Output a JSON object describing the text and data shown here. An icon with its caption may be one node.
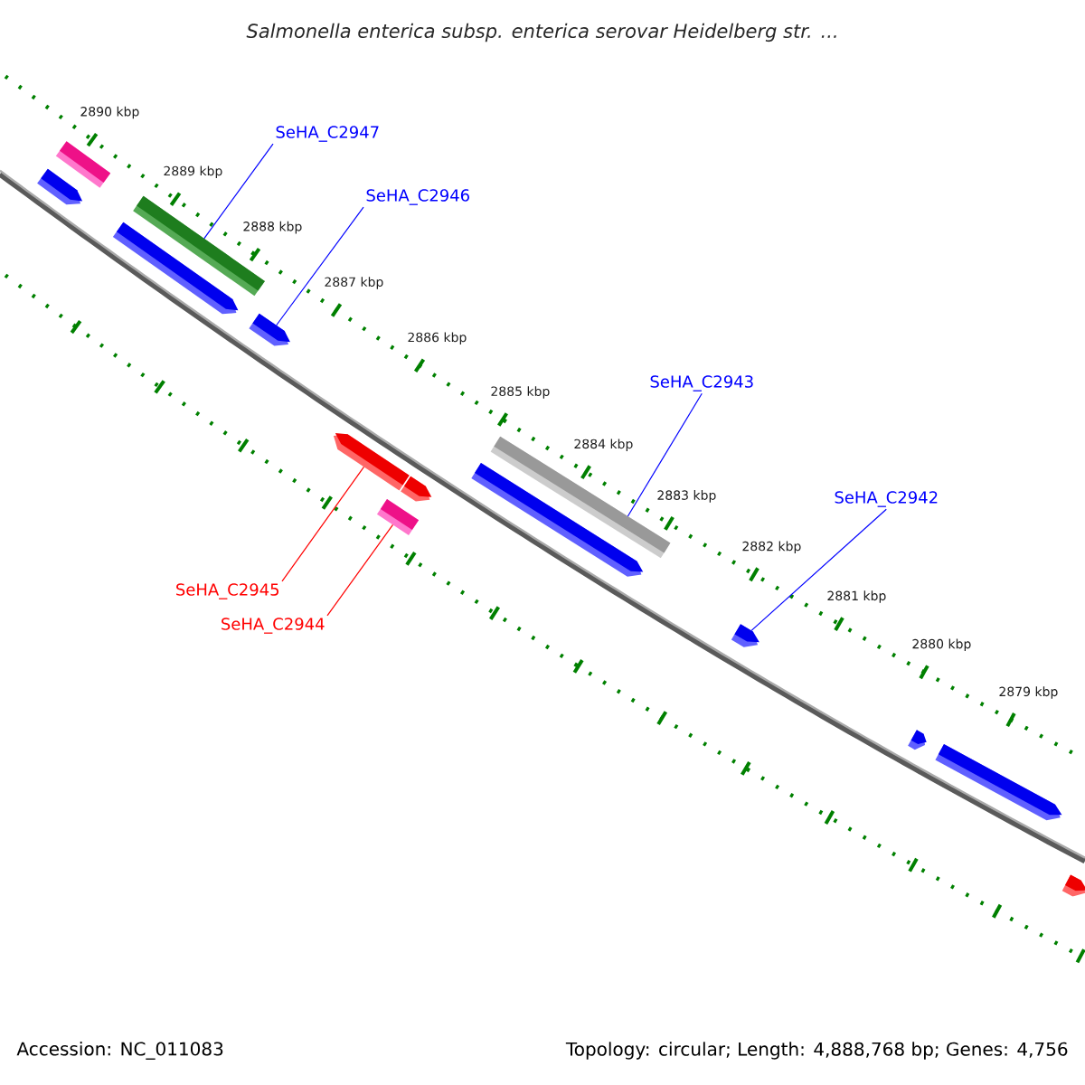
{
  "diagram": {
    "title": "Salmonella enterica subsp. enterica serovar Heidelberg str. ...",
    "nodes": [
      {
        "text": [],
        "shape": "bar"
      },
      {
        "text": [],
        "shape": "arrow"
      },
      {
        "text": [],
        "shape": "bar"
      },
      {
        "text": [],
        "shape": "arrow"
      },
      {
        "text": [],
        "shape": "arrow"
      },
      {
        "text": [],
        "shape": "arrow"
      },
      {
        "text": [],
        "shape": "arrow"
      },
      {
        "text": [],
        "shape": "bar"
      },
      {
        "text": [],
        "shape": "bar"
      },
      {
        "text": [],
        "shape": "arrow"
      },
      {
        "text": [],
        "shape": "arrow"
      },
      {
        "text": [],
        "shape": "arrow"
      },
      {
        "text": [],
        "shape": "arrow"
      },
      {
        "text": [],
        "shape": "arrow"
      },
      {
        "text": [
          "SeHA_C2947"
        ]
      },
      {
        "text": [
          "SeHA_C2946"
        ]
      },
      {
        "text": [
          "SeHA_C2943"
        ]
      },
      {
        "text": [
          "SeHA_C2942"
        ]
      },
      {
        "text": [
          "SeHA_C2945"
        ]
      },
      {
        "text": [
          "SeHA_C2944"
        ]
      }
    ],
    "edges": [
      {
        "from": 14,
        "to": 2,
        "arrow": "none"
      },
      {
        "from": 15,
        "to": 4,
        "arrow": "none"
      },
      {
        "from": 16,
        "to": 8,
        "arrow": "none"
      },
      {
        "from": 17,
        "to": 10,
        "arrow": "none"
      },
      {
        "from": 18,
        "to": 5,
        "arrow": "none",
        "color": "#ff0000"
      },
      {
        "from": 19,
        "to": 7,
        "arrow": "none",
        "color": "#ff0000"
      }
    ],
    "labels": [
      "2890 kbp",
      "2889 kbp",
      "2888 kbp",
      "2887 kbp",
      "2886 kbp",
      "2885 kbp",
      "2884 kbp",
      "2883 kbp",
      "2882 kbp",
      "2881 kbp",
      "2880 kbp",
      "2879 kbp",
      "Accession: NC_011083",
      "Topology: circular; Length: 4,888,768 bp; Genes: 4,756"
    ]
  }
}
